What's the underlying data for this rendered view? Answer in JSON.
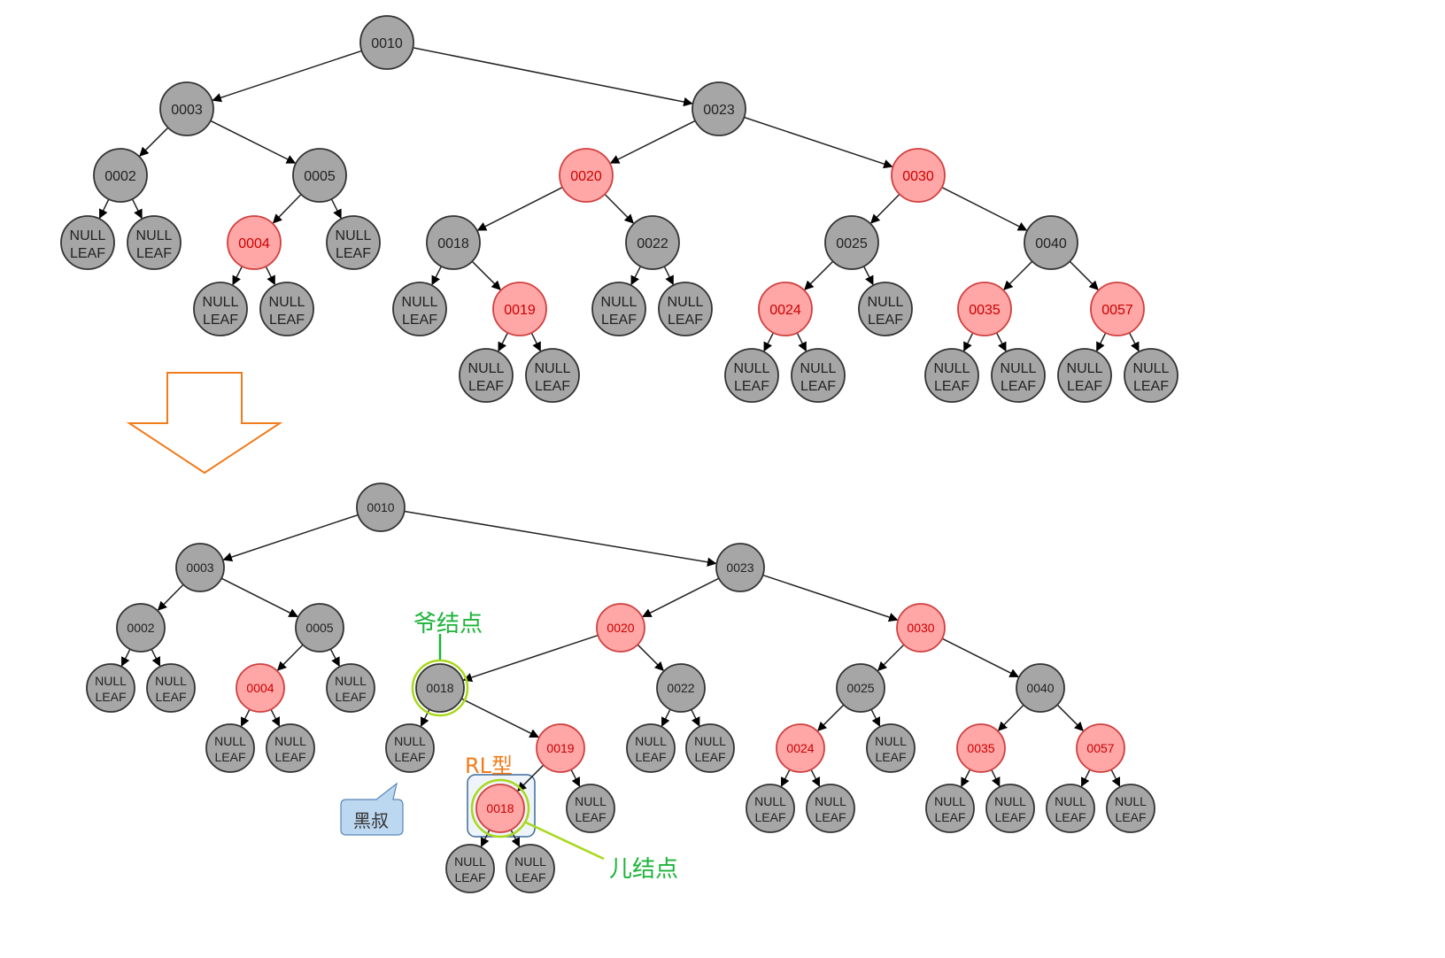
{
  "colors": {
    "black_node": "#a6a6a6",
    "red_node": "#ffa6a6",
    "red_text": "#cc0000",
    "arrow_orange": "#f07c1c",
    "annotation_green": "#1db33a",
    "highlight_lime": "#a8d81a",
    "rl_orange": "#f07c1c",
    "callout_blue": "#bcd7f0"
  },
  "null_leaf_label": [
    "NULL",
    "LEAF"
  ],
  "top_tree": {
    "nodes": [
      {
        "id": "t10",
        "label": "0010",
        "color": "black",
        "parent": null
      },
      {
        "id": "t3",
        "label": "0003",
        "color": "black",
        "parent": "t10"
      },
      {
        "id": "t23",
        "label": "0023",
        "color": "black",
        "parent": "t10"
      },
      {
        "id": "t2",
        "label": "0002",
        "color": "black",
        "parent": "t3"
      },
      {
        "id": "t5",
        "label": "0005",
        "color": "black",
        "parent": "t3"
      },
      {
        "id": "t20",
        "label": "0020",
        "color": "red",
        "parent": "t23"
      },
      {
        "id": "t30",
        "label": "0030",
        "color": "red",
        "parent": "t23"
      },
      {
        "id": "tl1",
        "label": "NULL LEAF",
        "color": "black",
        "parent": "t2"
      },
      {
        "id": "tl2",
        "label": "NULL LEAF",
        "color": "black",
        "parent": "t2"
      },
      {
        "id": "t4",
        "label": "0004",
        "color": "red",
        "parent": "t5"
      },
      {
        "id": "tl3",
        "label": "NULL LEAF",
        "color": "black",
        "parent": "t5"
      },
      {
        "id": "t18",
        "label": "0018",
        "color": "black",
        "parent": "t20"
      },
      {
        "id": "t22",
        "label": "0022",
        "color": "black",
        "parent": "t20"
      },
      {
        "id": "t25",
        "label": "0025",
        "color": "black",
        "parent": "t30"
      },
      {
        "id": "t40",
        "label": "0040",
        "color": "black",
        "parent": "t30"
      },
      {
        "id": "tl4",
        "label": "NULL LEAF",
        "color": "black",
        "parent": "t4"
      },
      {
        "id": "tl5",
        "label": "NULL LEAF",
        "color": "black",
        "parent": "t4"
      },
      {
        "id": "tl6",
        "label": "NULL LEAF",
        "color": "black",
        "parent": "t18"
      },
      {
        "id": "t19",
        "label": "0019",
        "color": "red",
        "parent": "t18"
      },
      {
        "id": "tl7",
        "label": "NULL LEAF",
        "color": "black",
        "parent": "t22"
      },
      {
        "id": "tl8",
        "label": "NULL LEAF",
        "color": "black",
        "parent": "t22"
      },
      {
        "id": "t24",
        "label": "0024",
        "color": "red",
        "parent": "t25"
      },
      {
        "id": "tl9",
        "label": "NULL LEAF",
        "color": "black",
        "parent": "t25"
      },
      {
        "id": "t35",
        "label": "0035",
        "color": "red",
        "parent": "t40"
      },
      {
        "id": "t57",
        "label": "0057",
        "color": "red",
        "parent": "t40"
      },
      {
        "id": "tl10",
        "label": "NULL LEAF",
        "color": "black",
        "parent": "t19"
      },
      {
        "id": "tl11",
        "label": "NULL LEAF",
        "color": "black",
        "parent": "t19"
      },
      {
        "id": "tl12",
        "label": "NULL LEAF",
        "color": "black",
        "parent": "t24"
      },
      {
        "id": "tl13",
        "label": "NULL LEAF",
        "color": "black",
        "parent": "t24"
      },
      {
        "id": "tl14",
        "label": "NULL LEAF",
        "color": "black",
        "parent": "t35"
      },
      {
        "id": "tl15",
        "label": "NULL LEAF",
        "color": "black",
        "parent": "t35"
      },
      {
        "id": "tl16",
        "label": "NULL LEAF",
        "color": "black",
        "parent": "t57"
      },
      {
        "id": "tl17",
        "label": "NULL LEAF",
        "color": "black",
        "parent": "t57"
      }
    ]
  },
  "bottom_tree": {
    "nodes": [
      {
        "id": "b10",
        "label": "0010",
        "color": "black",
        "parent": null
      },
      {
        "id": "b3",
        "label": "0003",
        "color": "black",
        "parent": "b10"
      },
      {
        "id": "b23",
        "label": "0023",
        "color": "black",
        "parent": "b10"
      },
      {
        "id": "b2",
        "label": "0002",
        "color": "black",
        "parent": "b3"
      },
      {
        "id": "b5",
        "label": "0005",
        "color": "black",
        "parent": "b3"
      },
      {
        "id": "b20",
        "label": "0020",
        "color": "red",
        "parent": "b23"
      },
      {
        "id": "b30",
        "label": "0030",
        "color": "red",
        "parent": "b23"
      },
      {
        "id": "bl1",
        "label": "NULL LEAF",
        "color": "black",
        "parent": "b2"
      },
      {
        "id": "bl2",
        "label": "NULL LEAF",
        "color": "black",
        "parent": "b2"
      },
      {
        "id": "b4",
        "label": "0004",
        "color": "red",
        "parent": "b5"
      },
      {
        "id": "bl3",
        "label": "NULL LEAF",
        "color": "black",
        "parent": "b5"
      },
      {
        "id": "b18",
        "label": "0018",
        "color": "black",
        "parent": "b20"
      },
      {
        "id": "b22",
        "label": "0022",
        "color": "black",
        "parent": "b20"
      },
      {
        "id": "b25",
        "label": "0025",
        "color": "black",
        "parent": "b30"
      },
      {
        "id": "b40",
        "label": "0040",
        "color": "black",
        "parent": "b30"
      },
      {
        "id": "bl4",
        "label": "NULL LEAF",
        "color": "black",
        "parent": "b4"
      },
      {
        "id": "bl5",
        "label": "NULL LEAF",
        "color": "black",
        "parent": "b4"
      },
      {
        "id": "bl6",
        "label": "NULL LEAF",
        "color": "black",
        "parent": "b18"
      },
      {
        "id": "b19",
        "label": "0019",
        "color": "red",
        "parent": "b18"
      },
      {
        "id": "bl7",
        "label": "NULL LEAF",
        "color": "black",
        "parent": "b22"
      },
      {
        "id": "bl8",
        "label": "NULL LEAF",
        "color": "black",
        "parent": "b22"
      },
      {
        "id": "b24",
        "label": "0024",
        "color": "red",
        "parent": "b25"
      },
      {
        "id": "bl9",
        "label": "NULL LEAF",
        "color": "black",
        "parent": "b25"
      },
      {
        "id": "b35",
        "label": "0035",
        "color": "red",
        "parent": "b40"
      },
      {
        "id": "b57",
        "label": "0057",
        "color": "red",
        "parent": "b40"
      },
      {
        "id": "b18n",
        "label": "0018",
        "color": "red",
        "parent": "b19"
      },
      {
        "id": "bl10",
        "label": "NULL LEAF",
        "color": "black",
        "parent": "b19"
      },
      {
        "id": "bl12",
        "label": "NULL LEAF",
        "color": "black",
        "parent": "b24"
      },
      {
        "id": "bl13",
        "label": "NULL LEAF",
        "color": "black",
        "parent": "b24"
      },
      {
        "id": "bl14",
        "label": "NULL LEAF",
        "color": "black",
        "parent": "b35"
      },
      {
        "id": "bl15",
        "label": "NULL LEAF",
        "color": "black",
        "parent": "b35"
      },
      {
        "id": "bl16",
        "label": "NULL LEAF",
        "color": "black",
        "parent": "b57"
      },
      {
        "id": "bl17",
        "label": "NULL LEAF",
        "color": "black",
        "parent": "b57"
      },
      {
        "id": "bl18",
        "label": "NULL LEAF",
        "color": "black",
        "parent": "b18n"
      },
      {
        "id": "bl19",
        "label": "NULL LEAF",
        "color": "black",
        "parent": "b18n"
      }
    ]
  },
  "annotations": {
    "grandparent": "爷结点",
    "case_type": "RL型",
    "child": "儿结点",
    "uncle": "黑叔"
  }
}
